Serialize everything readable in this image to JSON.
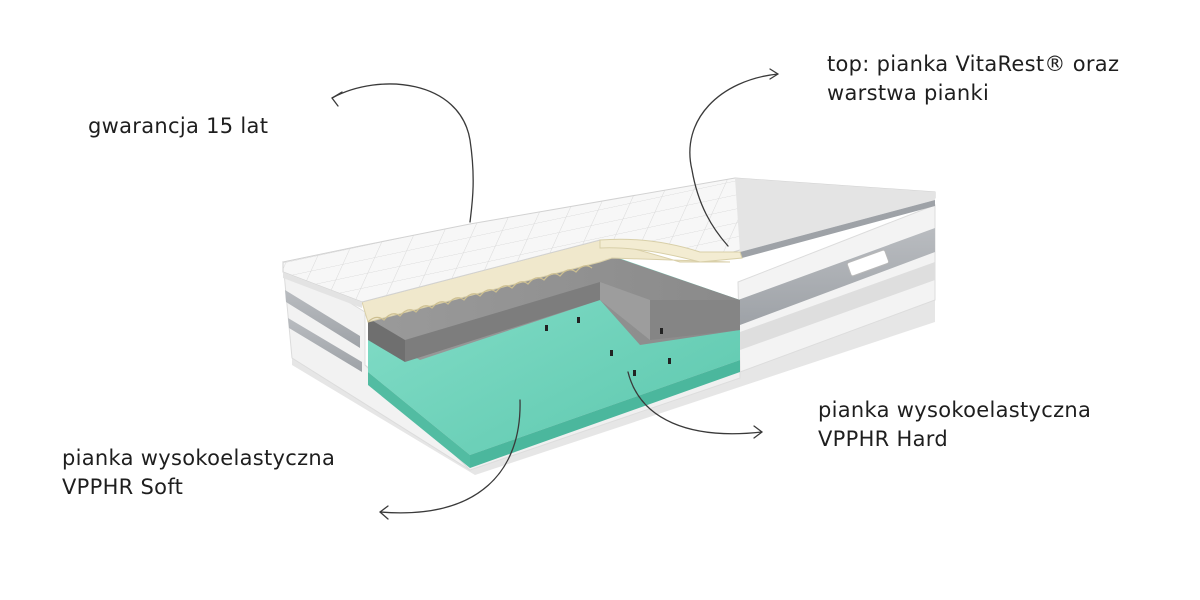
{
  "labels": {
    "warranty": {
      "line1": "gwarancja 15 lat"
    },
    "top": {
      "line1": "top: pianka VitaRest® oraz",
      "line2": "warstwa pianki"
    },
    "hard": {
      "line1": "pianka wysokoelastyczna",
      "line2": "VPPHR Hard"
    },
    "soft": {
      "line1": "pianka wysokoelastyczna",
      "line2": "VPPHR Soft"
    }
  },
  "colors": {
    "background": "#ffffff",
    "cover_white": "#f4f4f4",
    "cover_grey_band": "#a9adb2",
    "comfort_foam": "#f1ead0",
    "hard_foam": "#8c8c8c",
    "soft_foam": "#6fd3bd",
    "text": "#1e1e1e",
    "arrow": "#3a3a3a"
  },
  "icons": [
    "mattress-illustration",
    "curved-arrow-icon"
  ]
}
